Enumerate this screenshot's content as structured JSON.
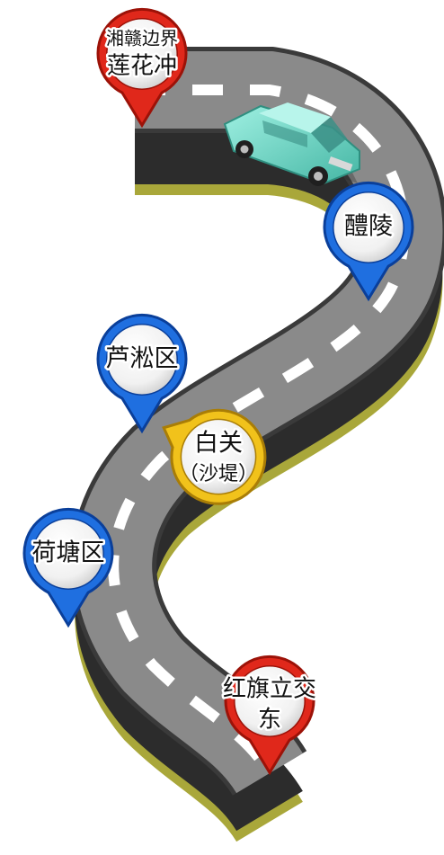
{
  "colors": {
    "road_surface": "#8a8a8a",
    "road_edge": "#3a3a3a",
    "road_wall": "#2c2c2c",
    "road_base": "#a9a73a",
    "lane_dash": "#ffffff",
    "pin_red": "#e0281b",
    "pin_red_dark": "#9c1208",
    "pin_blue": "#1f6fe0",
    "pin_blue_dark": "#0a3f9a",
    "pin_gold": "#f1c21b",
    "pin_gold_dark": "#a97d06",
    "car_body": "#6fd6c4",
    "car_dark": "#2f8f80"
  },
  "stops": [
    {
      "id": "lianhuachong",
      "color": "red",
      "line1": "湘赣边界",
      "line2": "莲花冲"
    },
    {
      "id": "liling",
      "color": "blue",
      "line1": "醴陵",
      "line2": ""
    },
    {
      "id": "lusong",
      "color": "blue",
      "line1": "芦淞区",
      "line2": ""
    },
    {
      "id": "baiguan",
      "color": "gold",
      "line1": "白关",
      "line2": "（沙堤）"
    },
    {
      "id": "hetang",
      "color": "blue",
      "line1": "荷塘区",
      "line2": ""
    },
    {
      "id": "hongqi",
      "color": "red",
      "line1": "红旗立交",
      "line2": "东"
    }
  ],
  "vehicle": {
    "icon": "car-icon"
  }
}
